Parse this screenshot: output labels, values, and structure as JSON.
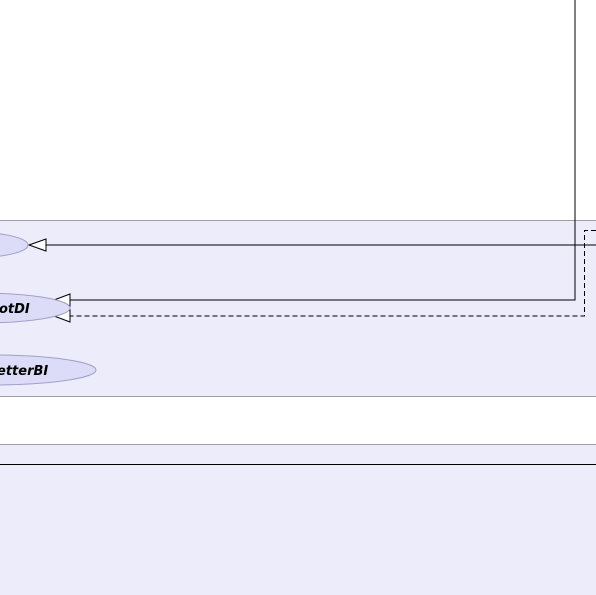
{
  "colors": {
    "background": "#ffffff",
    "package_fill": "#ececfb",
    "package_border": "#a0a0a0",
    "node_fill": "#dcdcf8",
    "node_border": "#a0a0c8",
    "edge": "#000000",
    "arrowhead_fill": "#ffffff"
  },
  "nodes": [
    {
      "id": "node-top",
      "label": ""
    },
    {
      "id": "node-middle",
      "label": "otDI"
    },
    {
      "id": "node-bottom",
      "label": "etterBI"
    }
  ],
  "edges": [
    {
      "id": "edge-to-top",
      "style": "solid",
      "arrowhead": "hollow-triangle"
    },
    {
      "id": "edge-to-middle-solid",
      "style": "solid",
      "arrowhead": "hollow-triangle"
    },
    {
      "id": "edge-to-middle-dashed",
      "style": "dashed",
      "arrowhead": "hollow-triangle"
    }
  ]
}
